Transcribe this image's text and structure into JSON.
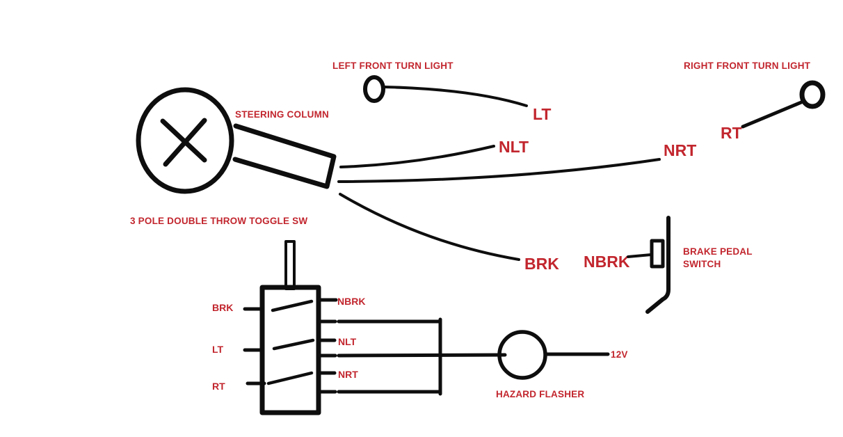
{
  "colors": {
    "ink": "#0e0e0e",
    "label_red": "#c2262e",
    "background": "#ffffff"
  },
  "components": {
    "steering_column": {
      "label": "STEERING COLUMN"
    },
    "toggle_switch": {
      "label": "3 POLE DOUBLE THROW TOGGLE SW",
      "left_terminals": [
        "BRK",
        "LT",
        "RT"
      ],
      "right_terminals": [
        "NBRK",
        "NLT",
        "NRT"
      ]
    },
    "left_front_turn_light": {
      "label": "LEFT FRONT TURN LIGHT"
    },
    "right_front_turn_light": {
      "label": "RIGHT FRONT TURN LIGHT"
    },
    "brake_pedal_switch": {
      "label_line1": "BRAKE PEDAL",
      "label_line2": "SWITCH"
    },
    "hazard_flasher": {
      "label": "HAZARD FLASHER",
      "supply_label": "12V"
    }
  },
  "wire_labels": {
    "lt": "LT",
    "nlt": "NLT",
    "nrt": "NRT",
    "rt": "RT",
    "brk": "BRK",
    "nbrk": "NBRK"
  }
}
